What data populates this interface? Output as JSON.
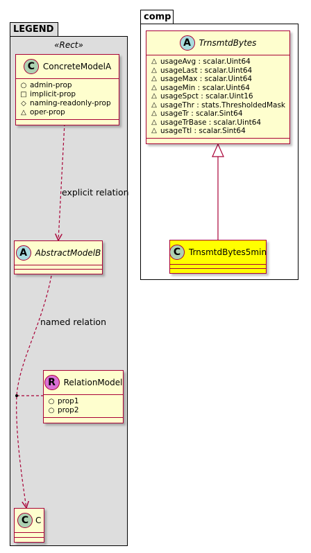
{
  "legend_package": {
    "title": "LEGEND",
    "stereotype": "«Rect»",
    "concrete_model": {
      "badge": "C",
      "name": "ConcreteModelA",
      "attributes": [
        {
          "vis": "○",
          "text": "admin-prop"
        },
        {
          "vis": "□",
          "text": "implicit-prop"
        },
        {
          "vis": "◇",
          "text": "naming-readonly-prop"
        },
        {
          "vis": "△",
          "text": "oper-prop"
        }
      ]
    },
    "abstract_model": {
      "badge": "A",
      "name": "AbstractModelB"
    },
    "relation_model": {
      "badge": "R",
      "name": "RelationModel",
      "attributes": [
        {
          "vis": "○",
          "text": "prop1"
        },
        {
          "vis": "○",
          "text": "prop2"
        }
      ]
    },
    "c_class": {
      "badge": "C",
      "name": "C"
    },
    "explicit_relation_label": "explicit relation",
    "named_relation_label": "named relation"
  },
  "comp_package": {
    "title": "comp",
    "abstract_class": {
      "badge": "A",
      "name": "TrnsmtdBytes",
      "attributes": [
        {
          "vis": "△",
          "text": "usageAvg : scalar.Uint64"
        },
        {
          "vis": "△",
          "text": "usageLast : scalar.Uint64"
        },
        {
          "vis": "△",
          "text": "usageMax : scalar.Uint64"
        },
        {
          "vis": "△",
          "text": "usageMin : scalar.Uint64"
        },
        {
          "vis": "△",
          "text": "usageSpct : scalar.Uint16"
        },
        {
          "vis": "△",
          "text": "usageThr : stats.ThresholdedMask"
        },
        {
          "vis": "△",
          "text": "usageTr : scalar.Sint64"
        },
        {
          "vis": "△",
          "text": "usageTrBase : scalar.Uint64"
        },
        {
          "vis": "△",
          "text": "usageTtl : scalar.Sint64"
        }
      ]
    },
    "concrete_class": {
      "badge": "C",
      "name": "TrnsmtdBytes5min"
    }
  },
  "colors": {
    "class_fill": "#fefece",
    "class_border": "#a80036",
    "highlight_fill": "#ffff00",
    "legend_fill": "#dddddd"
  }
}
